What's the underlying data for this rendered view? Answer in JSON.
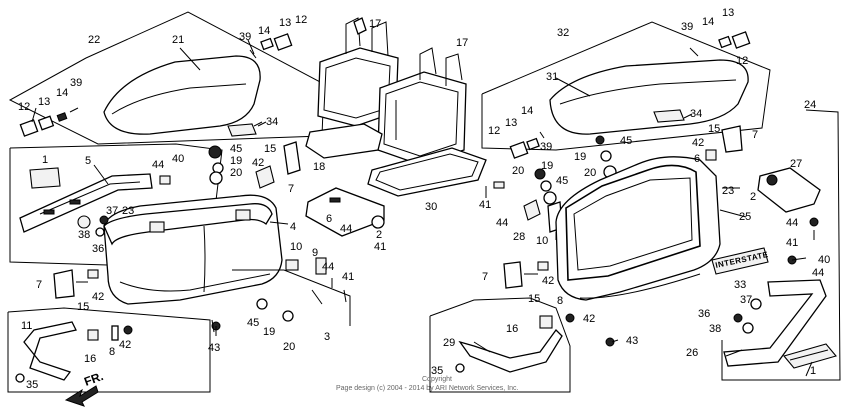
{
  "labels": [
    {
      "id": "l22",
      "text": "22"
    },
    {
      "id": "l21",
      "text": "21"
    },
    {
      "id": "l39a",
      "text": "39"
    },
    {
      "id": "l14a",
      "text": "14"
    },
    {
      "id": "l13a",
      "text": "13"
    },
    {
      "id": "l12a",
      "text": "12"
    },
    {
      "id": "l13b",
      "text": "13"
    },
    {
      "id": "l14b",
      "text": "14"
    },
    {
      "id": "l39b",
      "text": "39"
    },
    {
      "id": "l12b",
      "text": "12"
    },
    {
      "id": "l34a",
      "text": "34"
    },
    {
      "id": "l17a",
      "text": "17"
    },
    {
      "id": "l17b",
      "text": "17"
    },
    {
      "id": "l18",
      "text": "18"
    },
    {
      "id": "l30",
      "text": "30"
    },
    {
      "id": "l1a",
      "text": "1"
    },
    {
      "id": "l5",
      "text": "5"
    },
    {
      "id": "l44a",
      "text": "44"
    },
    {
      "id": "l40a",
      "text": "40"
    },
    {
      "id": "l45a",
      "text": "45"
    },
    {
      "id": "l19a",
      "text": "19"
    },
    {
      "id": "l20a",
      "text": "20"
    },
    {
      "id": "l42a",
      "text": "42"
    },
    {
      "id": "l15a",
      "text": "15"
    },
    {
      "id": "l7a",
      "text": "7"
    },
    {
      "id": "l4",
      "text": "4"
    },
    {
      "id": "l6",
      "text": "6"
    },
    {
      "id": "l2a",
      "text": "2"
    },
    {
      "id": "l44b",
      "text": "44"
    },
    {
      "id": "l41a",
      "text": "41"
    },
    {
      "id": "l37a",
      "text": "37"
    },
    {
      "id": "l23a",
      "text": "23"
    },
    {
      "id": "l38a",
      "text": "38"
    },
    {
      "id": "l36a",
      "text": "36"
    },
    {
      "id": "l10a",
      "text": "10"
    },
    {
      "id": "l9",
      "text": "9"
    },
    {
      "id": "l44c",
      "text": "44"
    },
    {
      "id": "l41b",
      "text": "41"
    },
    {
      "id": "l7b",
      "text": "7"
    },
    {
      "id": "l42b",
      "text": "42"
    },
    {
      "id": "l15b",
      "text": "15"
    },
    {
      "id": "l11",
      "text": "11"
    },
    {
      "id": "l16a",
      "text": "16"
    },
    {
      "id": "l8a",
      "text": "8"
    },
    {
      "id": "l42c",
      "text": "42"
    },
    {
      "id": "l43a",
      "text": "43"
    },
    {
      "id": "l45b",
      "text": "45"
    },
    {
      "id": "l19b",
      "text": "19"
    },
    {
      "id": "l20b",
      "text": "20"
    },
    {
      "id": "l3",
      "text": "3"
    },
    {
      "id": "l35a",
      "text": "35"
    },
    {
      "id": "l32",
      "text": "32"
    },
    {
      "id": "l39c",
      "text": "39"
    },
    {
      "id": "l14c",
      "text": "14"
    },
    {
      "id": "l13c",
      "text": "13"
    },
    {
      "id": "l12c",
      "text": "12"
    },
    {
      "id": "l31",
      "text": "31"
    },
    {
      "id": "l24",
      "text": "24"
    },
    {
      "id": "l34b",
      "text": "34"
    },
    {
      "id": "l14d",
      "text": "14"
    },
    {
      "id": "l12d",
      "text": "12"
    },
    {
      "id": "l13d",
      "text": "13"
    },
    {
      "id": "l39d",
      "text": "39"
    },
    {
      "id": "l45c",
      "text": "45"
    },
    {
      "id": "l15c",
      "text": "15"
    },
    {
      "id": "l7c",
      "text": "7"
    },
    {
      "id": "l42d",
      "text": "42"
    },
    {
      "id": "l6b",
      "text": "6"
    },
    {
      "id": "l19c",
      "text": "19"
    },
    {
      "id": "l20c",
      "text": "20"
    },
    {
      "id": "l20d",
      "text": "20"
    },
    {
      "id": "l19d",
      "text": "19"
    },
    {
      "id": "l45d",
      "text": "45"
    },
    {
      "id": "l27",
      "text": "27"
    },
    {
      "id": "l41c",
      "text": "41"
    },
    {
      "id": "l44d",
      "text": "44"
    },
    {
      "id": "l23b",
      "text": "23"
    },
    {
      "id": "l2b",
      "text": "2"
    },
    {
      "id": "l28",
      "text": "28"
    },
    {
      "id": "l10b",
      "text": "10"
    },
    {
      "id": "l25",
      "text": "25"
    },
    {
      "id": "l44e",
      "text": "44"
    },
    {
      "id": "l41d",
      "text": "41"
    },
    {
      "id": "l40b",
      "text": "40"
    },
    {
      "id": "l44f",
      "text": "44"
    },
    {
      "id": "l33",
      "text": "33"
    },
    {
      "id": "l7d",
      "text": "7"
    },
    {
      "id": "l42e",
      "text": "42"
    },
    {
      "id": "l15d",
      "text": "15"
    },
    {
      "id": "l8b",
      "text": "8"
    },
    {
      "id": "l37b",
      "text": "37"
    },
    {
      "id": "l36b",
      "text": "36"
    },
    {
      "id": "l38b",
      "text": "38"
    },
    {
      "id": "l16b",
      "text": "16"
    },
    {
      "id": "l42f",
      "text": "42"
    },
    {
      "id": "l29",
      "text": "29"
    },
    {
      "id": "l43b",
      "text": "43"
    },
    {
      "id": "l26",
      "text": "26"
    },
    {
      "id": "l35b",
      "text": "35"
    },
    {
      "id": "l1b",
      "text": "1"
    }
  ],
  "front_marker": "FR.",
  "emblem_text": "INTERSTATE",
  "copyright": {
    "line1": "Copyright",
    "line2": "Page design (c) 2004 - 2014 by ARI Network Services, Inc."
  }
}
